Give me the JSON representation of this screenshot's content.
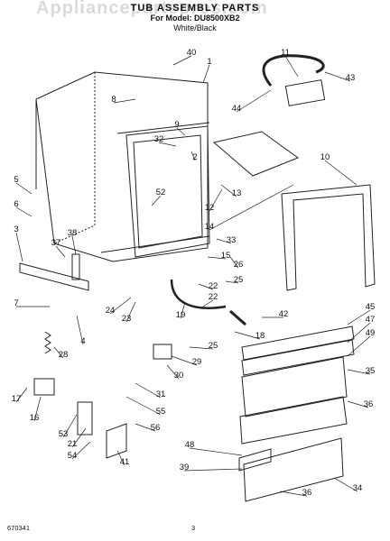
{
  "header": {
    "watermark": "Appliancepartspros.com",
    "title": "TUB ASSEMBLY PARTS",
    "model": "For Model: DU8500XB2",
    "color": "White/Black"
  },
  "footer": {
    "code": "670341",
    "page": "3"
  },
  "callouts": [
    "40",
    "1",
    "11",
    "43",
    "8",
    "9",
    "44",
    "32",
    "2",
    "10",
    "5",
    "13",
    "12",
    "6",
    "52",
    "14",
    "3",
    "38",
    "37",
    "33",
    "26",
    "15",
    "22",
    "25",
    "7",
    "24",
    "23",
    "22",
    "4",
    "19",
    "42",
    "45",
    "18",
    "47",
    "28",
    "25",
    "49",
    "35",
    "29",
    "30",
    "31",
    "55",
    "36",
    "17",
    "16",
    "53",
    "56",
    "21",
    "54",
    "41",
    "48",
    "39",
    "34",
    "36"
  ]
}
